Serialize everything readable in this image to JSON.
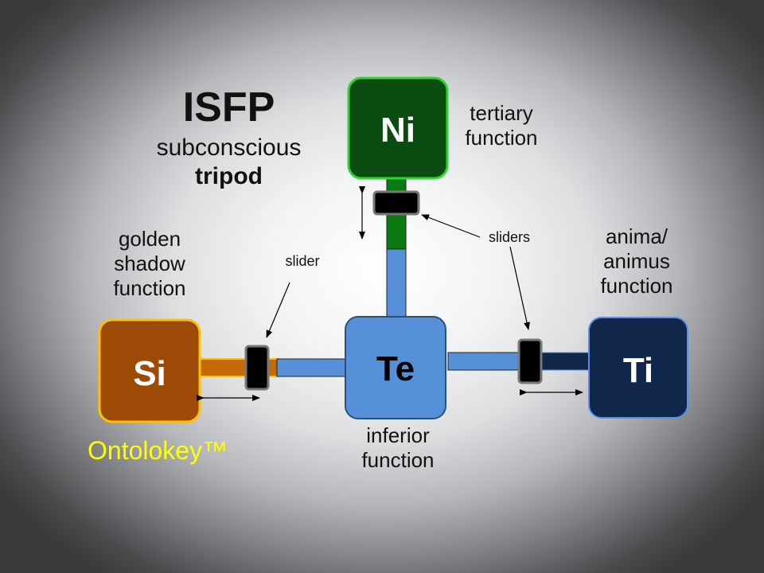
{
  "title": {
    "main": "ISFP",
    "line1": "subconscious",
    "line2": "tripod"
  },
  "functions": {
    "ni": {
      "code": "Ni",
      "label_lines": [
        "tertiary",
        "function"
      ],
      "fill": "#0b4d10",
      "border": "#2fd42f"
    },
    "te": {
      "code": "Te",
      "label_lines": [
        "inferior",
        "function"
      ],
      "fill": "#5590d9",
      "border": "#2c4f80"
    },
    "si": {
      "code": "Si",
      "label_lines": [
        "golden",
        "shadow",
        "function"
      ],
      "fill": "#9c4a06",
      "border": "#ffc000"
    },
    "ti": {
      "code": "Ti",
      "label_lines": [
        "anima/",
        "animus",
        "function"
      ],
      "fill": "#10264a",
      "border": "#5b8ee8"
    }
  },
  "annotations": {
    "slider": "slider",
    "sliders": "sliders"
  },
  "brand": "Ontolokey™",
  "colors": {
    "blue_bar": "#5590d9",
    "green_bar": "#0b7a10",
    "orange_bar": "#c46a08",
    "navy_bar": "#10264a",
    "slider_knob": "#000000",
    "brand_text": "#ffff00"
  }
}
